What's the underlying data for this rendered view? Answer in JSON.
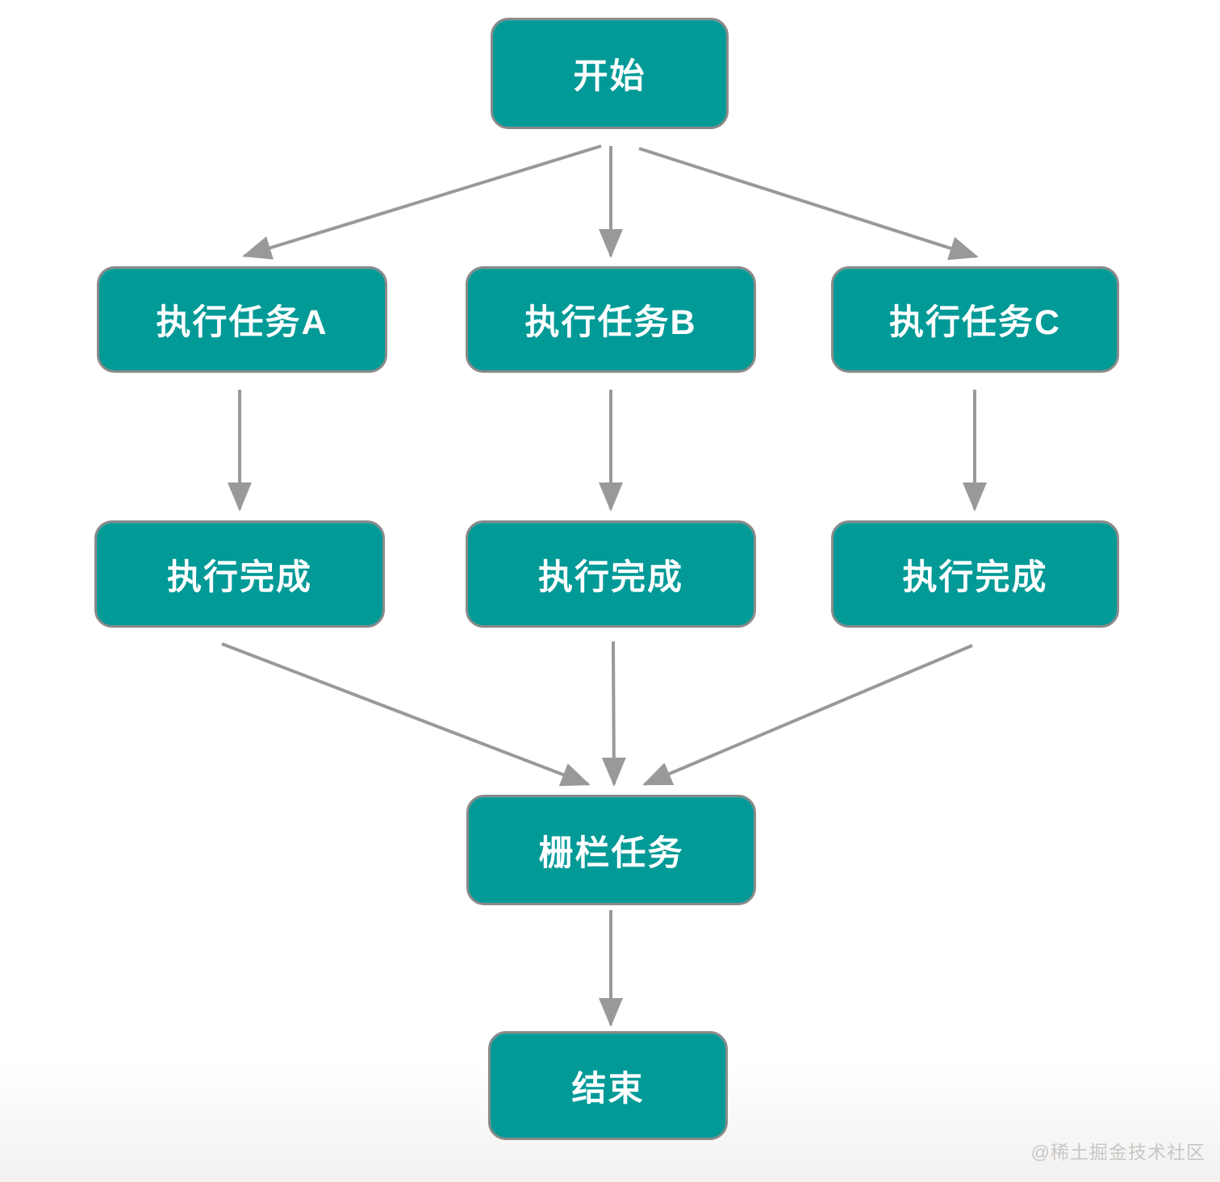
{
  "diagram": {
    "type": "flowchart",
    "nodes": [
      {
        "id": "start",
        "label": "开始"
      },
      {
        "id": "task-a",
        "label": "执行任务A"
      },
      {
        "id": "task-b",
        "label": "执行任务B"
      },
      {
        "id": "task-c",
        "label": "执行任务C"
      },
      {
        "id": "done-a",
        "label": "执行完成"
      },
      {
        "id": "done-b",
        "label": "执行完成"
      },
      {
        "id": "done-c",
        "label": "执行完成"
      },
      {
        "id": "barrier",
        "label": "栅栏任务"
      },
      {
        "id": "end",
        "label": "结束"
      }
    ],
    "edges": [
      {
        "from": "start",
        "to": "task-a"
      },
      {
        "from": "start",
        "to": "task-b"
      },
      {
        "from": "start",
        "to": "task-c"
      },
      {
        "from": "task-a",
        "to": "done-a"
      },
      {
        "from": "task-b",
        "to": "done-b"
      },
      {
        "from": "task-c",
        "to": "done-c"
      },
      {
        "from": "done-a",
        "to": "barrier"
      },
      {
        "from": "done-b",
        "to": "barrier"
      },
      {
        "from": "done-c",
        "to": "barrier"
      },
      {
        "from": "barrier",
        "to": "end"
      }
    ]
  },
  "watermark": {
    "text": "@稀土掘金技术社区"
  },
  "colors": {
    "node_fill": "#019a97",
    "node_border": "#8a8a8a",
    "arrow_color": "#999999",
    "node_text": "#ffffff",
    "watermark_color": "#c9c7c5"
  }
}
